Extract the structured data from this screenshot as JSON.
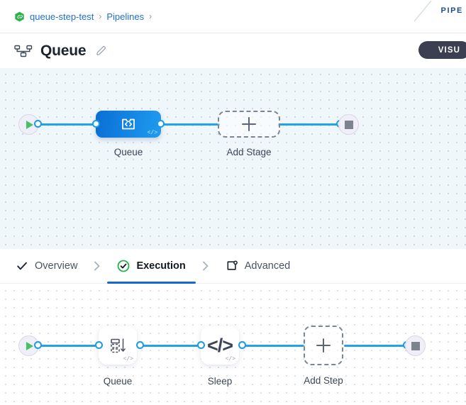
{
  "corner_tab": {
    "label": "PIPE"
  },
  "breadcrumb": {
    "repo_icon": "repo-link-icon",
    "items": [
      {
        "label": "queue-step-test"
      },
      {
        "label": "Pipelines"
      }
    ],
    "separator": "›"
  },
  "header": {
    "icon": "pipeline-hierarchy-icon",
    "title": "Queue",
    "edit_icon": "pencil-edit-icon",
    "visualize_button": {
      "label": "VISU"
    }
  },
  "tabs": [
    {
      "label": "Overview",
      "icon": "check-icon",
      "active": false
    },
    {
      "label": "Execution",
      "icon": "check-circle-icon",
      "active": true
    },
    {
      "label": "Advanced",
      "icon": "panel-settings-icon",
      "active": false
    }
  ],
  "tab_separator": "chevron-right-icon",
  "stage_canvas": {
    "start_node": {
      "name": "start",
      "icon": "play-icon"
    },
    "end_node": {
      "name": "end",
      "icon": "stop-icon"
    },
    "nodes": [
      {
        "label": "Queue",
        "type": "stage",
        "badge": "</>"
      },
      {
        "label": "Add Stage",
        "type": "add-dashed",
        "badge": ""
      }
    ]
  },
  "step_canvas": {
    "start_node": {
      "name": "start",
      "icon": "play-icon"
    },
    "end_node": {
      "name": "end",
      "icon": "stop-icon"
    },
    "nodes": [
      {
        "label": "Queue",
        "type": "step",
        "icon": "queue-list-icon",
        "badge": "</>"
      },
      {
        "label": "Sleep",
        "type": "step",
        "icon": "code-icon",
        "badge": "</>"
      },
      {
        "label": "Add Step",
        "type": "add-dashed",
        "icon": "plus-icon",
        "badge": ""
      }
    ]
  },
  "colors": {
    "accent_blue": "#1568d4",
    "edge_blue": "#22a3e8",
    "node_gradient_from": "#0a6ed4",
    "node_gradient_to": "#1f9cf0",
    "status_green": "#22b34a",
    "dark_button": "#3b3f51",
    "canvas_top_bg": "#f0f7fb"
  }
}
